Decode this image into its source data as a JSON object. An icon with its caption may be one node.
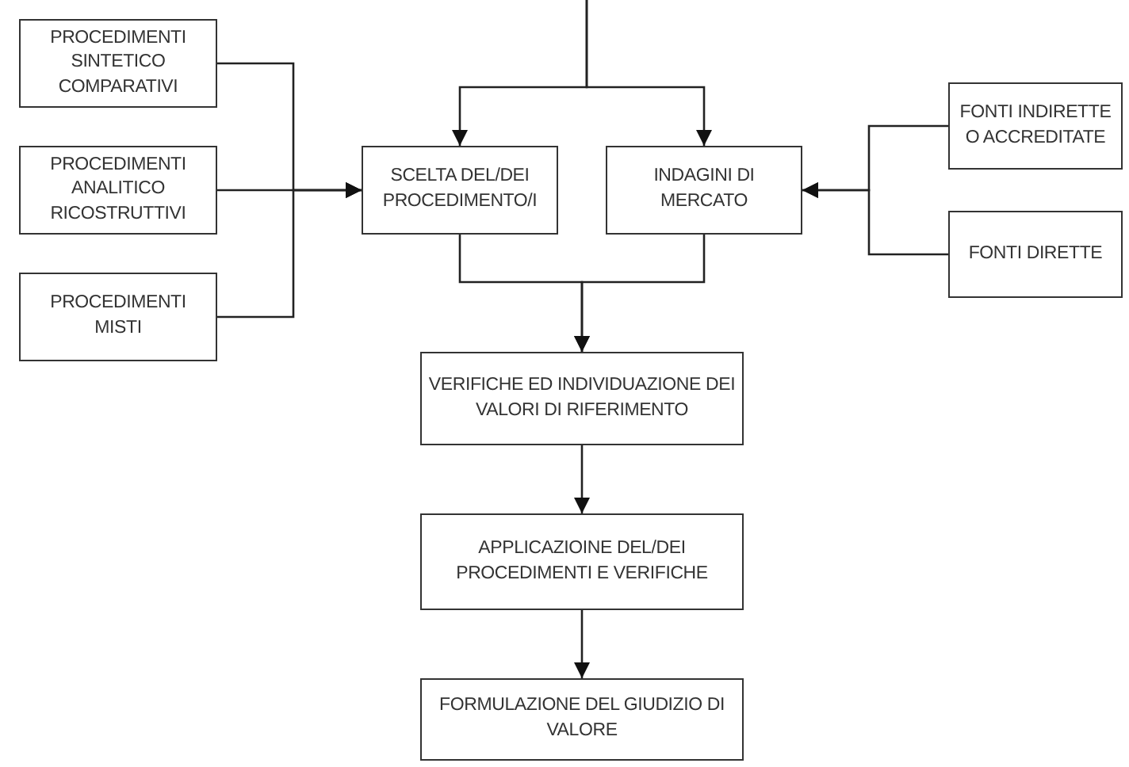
{
  "diagram": {
    "nodes": [
      {
        "text": [
          "PROCEDIMENTI SINTETICO COMPARATIVI"
        ]
      },
      {
        "text": [
          "PROCEDIMENTI ANALITICO RICOSTRUTTIVI"
        ]
      },
      {
        "text": [
          "PROCEDIMENTI MISTI"
        ]
      },
      {
        "text": [
          "SCELTA DEL/DEI PROCEDIMENTO/I"
        ]
      },
      {
        "text": [
          "INDAGINI DI MERCATO"
        ]
      },
      {
        "text": [
          "FONTI INDIRETTE O ACCREDITATE"
        ]
      },
      {
        "text": [
          "FONTI DIRETTE"
        ]
      },
      {
        "text": [
          "VERIFICHE ED INDIVIDUAZIONE DEI VALORI DI RIFERIMENTO"
        ]
      },
      {
        "text": [
          "APPLICAZIOINE DEL/DEI PROCEDIMENTI E VERIFICHE"
        ]
      },
      {
        "text": [
          "FORMULAZIONE DEL GIUDIZIO DI VALORE"
        ]
      }
    ],
    "edges": [
      {
        "from": null,
        "to": 3,
        "arrow": "to"
      },
      {
        "from": null,
        "to": 4,
        "arrow": "to"
      },
      {
        "from": 0,
        "to": 3,
        "arrow": "to"
      },
      {
        "from": 1,
        "to": 3,
        "arrow": "to"
      },
      {
        "from": 2,
        "to": 3,
        "arrow": "to"
      },
      {
        "from": 5,
        "to": 4,
        "arrow": "to"
      },
      {
        "from": 6,
        "to": 4,
        "arrow": "to"
      },
      {
        "from": 3,
        "to": 7,
        "arrow": "to"
      },
      {
        "from": 4,
        "to": 7,
        "arrow": "to"
      },
      {
        "from": 7,
        "to": 8,
        "arrow": "to"
      },
      {
        "from": 8,
        "to": 9,
        "arrow": "to"
      }
    ]
  }
}
